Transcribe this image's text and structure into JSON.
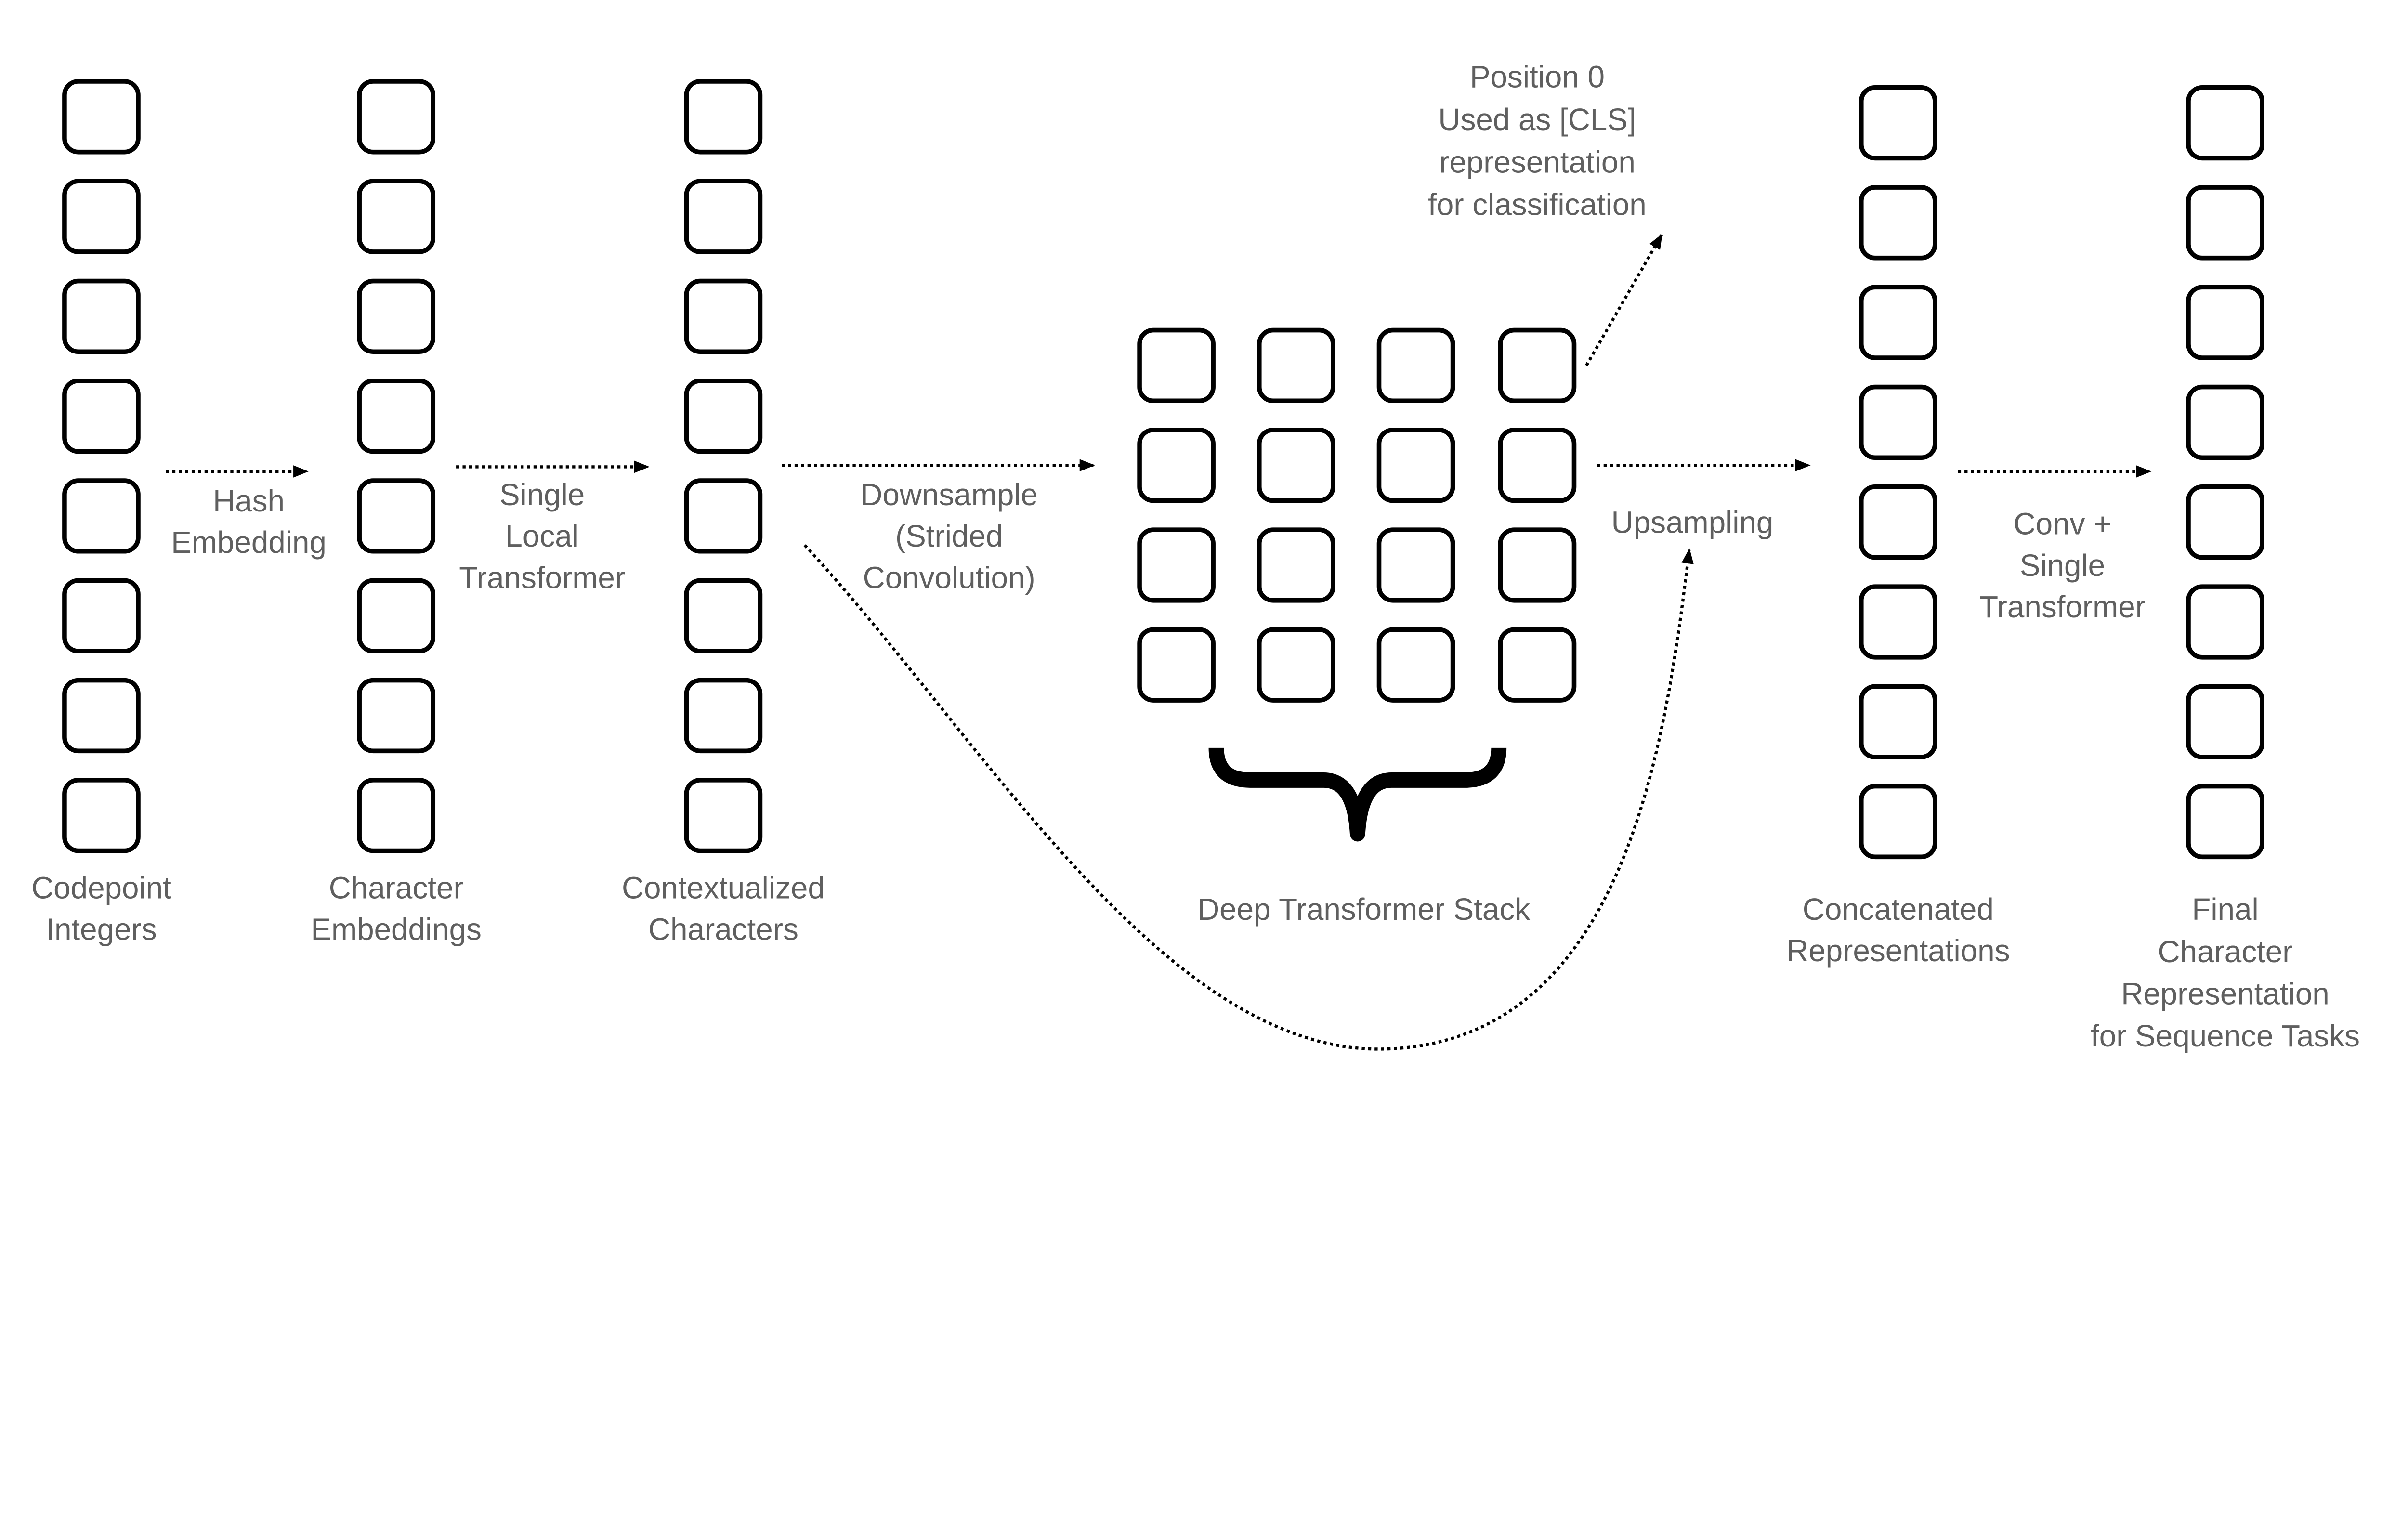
{
  "columns": [
    {
      "label": [
        "Codepoint",
        "Integers"
      ]
    },
    {
      "label": [
        "Character",
        "Embeddings"
      ]
    },
    {
      "label": [
        "Contextualized",
        "Characters"
      ]
    },
    {
      "label": [
        "Concatenated",
        "Representations"
      ]
    },
    {
      "label": [
        "Final",
        "Character",
        "Representation",
        "for Sequence Tasks"
      ]
    }
  ],
  "transitions": {
    "hash": [
      "Hash",
      "Embedding"
    ],
    "local": [
      "Single",
      "Local",
      "Transformer"
    ],
    "downsample": [
      "Downsample",
      "(Strided",
      "Convolution)"
    ],
    "upsample": [
      "Upsampling"
    ],
    "final": [
      "Conv +",
      "Single",
      "Transformer"
    ]
  },
  "deep_stack_label": "Deep Transformer Stack",
  "cls_note": [
    "Position 0",
    "Used as [CLS]",
    "representation",
    "for classification"
  ]
}
